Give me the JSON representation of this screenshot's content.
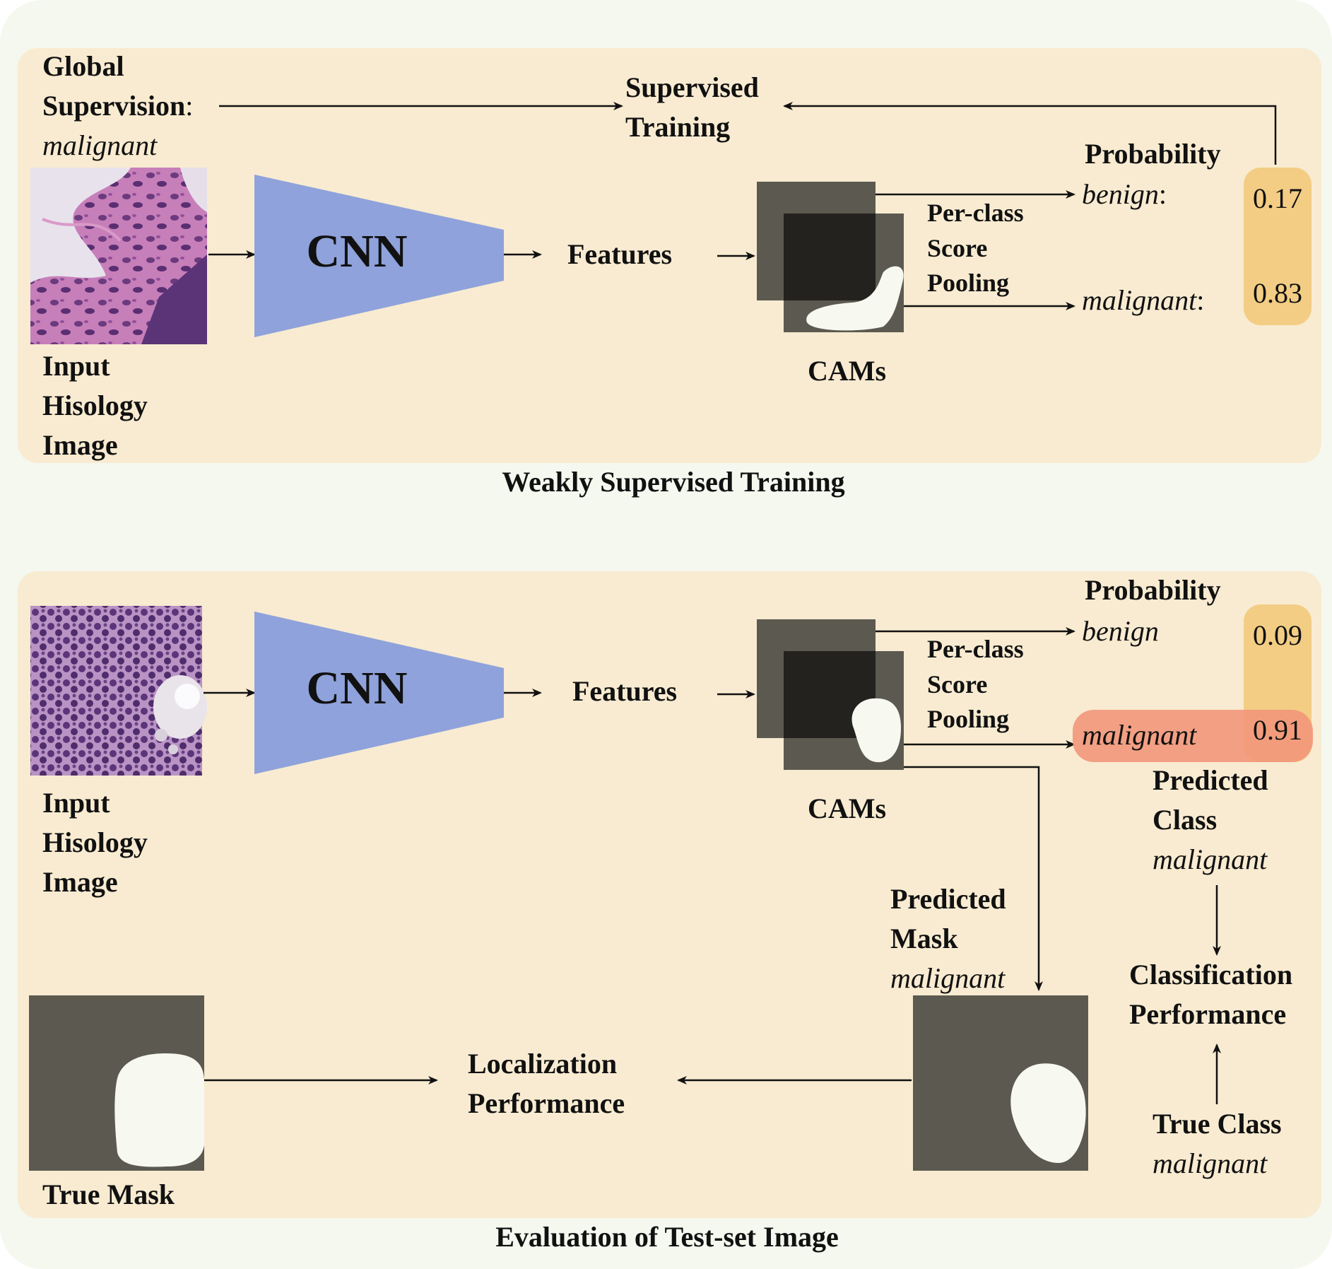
{
  "panel_top": {
    "global_supervision_label": "Global",
    "global_supervision_label_2": "Supervision",
    "colon": ":",
    "global_supervision_value": "malignant",
    "supervised_training_1": "Supervised",
    "supervised_training_2": "Training",
    "input_label_1": "Input",
    "input_label_2": "Hisology",
    "input_label_3": "Image",
    "cnn_label": "CNN",
    "features_label": "Features",
    "cams_label": "CAMs",
    "pooling_1": "Per-class",
    "pooling_2": "Score",
    "pooling_3": "Pooling",
    "probability_label": "Probability",
    "class_benign": "benign",
    "class_malignant": "malignant",
    "prob_benign": "0.17",
    "prob_malignant": "0.83",
    "caption": "Weakly Supervised Training"
  },
  "panel_bottom": {
    "input_label_1": "Input",
    "input_label_2": "Hisology",
    "input_label_3": "Image",
    "cnn_label": "CNN",
    "features_label": "Features",
    "cams_label": "CAMs",
    "pooling_1": "Per-class",
    "pooling_2": "Score",
    "pooling_3": "Pooling",
    "probability_label": "Probability",
    "class_benign": "benign",
    "class_malignant": "malignant",
    "prob_benign": "0.09",
    "prob_malignant": "0.91",
    "predicted_class_1": "Predicted",
    "predicted_class_2": "Class",
    "predicted_class_value": "malignant",
    "predicted_mask_1": "Predicted",
    "predicted_mask_2": "Mask",
    "predicted_mask_value": "malignant",
    "classification_perf_1": "Classification",
    "classification_perf_2": "Performance",
    "true_class_label": "True Class",
    "true_class_value": "malignant",
    "localization_perf_1": "Localization",
    "localization_perf_2": "Performance",
    "true_mask_label": "True Mask",
    "caption": "Evaluation of Test-set Image"
  },
  "colors": {
    "outer_background": "#f4f8ef",
    "panel_background": "#f8ebd1",
    "cnn_fill": "#8fa2db",
    "cam_dark": "#5c5a50",
    "cam_overlap": "#23221e",
    "mask_white": "#f7f8f0",
    "prob_highlight": "#f3cd84",
    "prediction_highlight": "#f2977a",
    "tissue_pink": "#c776b4",
    "tissue_purple": "#6a3f80"
  }
}
